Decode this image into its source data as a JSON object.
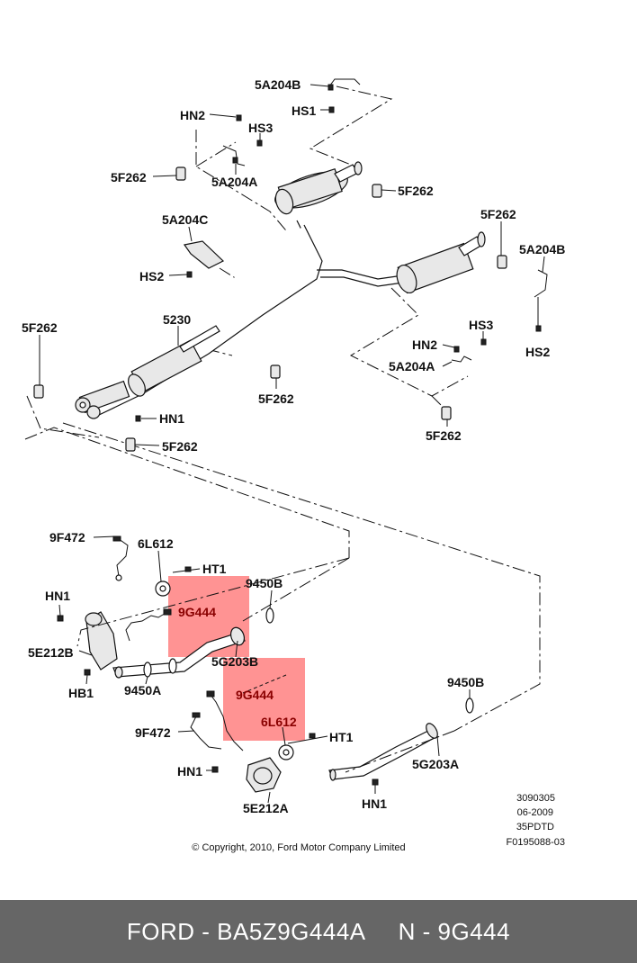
{
  "diagram": {
    "labels": {
      "l_5a204b_top": "5A204B",
      "l_hs1": "HS1",
      "l_hn2_top": "HN2",
      "l_hs3_top": "HS3",
      "l_5f262_tl": "5F262",
      "l_5a204a_top": "5A204A",
      "l_5f262_tr": "5F262",
      "l_5a204c": "5A204C",
      "l_5f262_right": "5F262",
      "l_5a204b_right": "5A204B",
      "l_hs2_left": "HS2",
      "l_5230": "5230",
      "l_5f262_left": "5F262",
      "l_hs3_right": "HS3",
      "l_hn2_right": "HN2",
      "l_hs2_right": "HS2",
      "l_5a204a_right": "5A204A",
      "l_5f262_mid": "5F262",
      "l_hn1_mid": "HN1",
      "l_5f262_low": "5F262",
      "l_5f262_lowright": "5F262",
      "l_9f472_a": "9F472",
      "l_6l612_a": "6L612",
      "l_ht1_a": "HT1",
      "l_hn1_a": "HN1",
      "l_9450b_a": "9450B",
      "l_5e212b": "5E212B",
      "l_5g203b": "5G203B",
      "l_hb1": "HB1",
      "l_9450a": "9450A",
      "l_9450b_b": "9450B",
      "l_9f472_b": "9F472",
      "l_ht1_b": "HT1",
      "l_hn1_b": "HN1",
      "l_5g203a": "5G203A",
      "l_5e212a": "5E212A",
      "l_hn1_c": "HN1"
    },
    "highlighted_labels": {
      "h_9g444_a": "9G444",
      "h_9g444_b": "9G444",
      "h_6l612_b": "6L612"
    },
    "highlight_color": "#ff6f6f",
    "reference": {
      "code": "3090305",
      "date": "06-2009",
      "model": "35PDTD",
      "figure": "F0195088-03"
    },
    "copyright": "© Copyright, 2010, Ford Motor Company Limited"
  },
  "footer": {
    "brand_part": "FORD - BA5Z9G444A",
    "number": "N - 9G444"
  },
  "colors": {
    "footer_bg": "#666666",
    "footer_text": "#ffffff"
  }
}
